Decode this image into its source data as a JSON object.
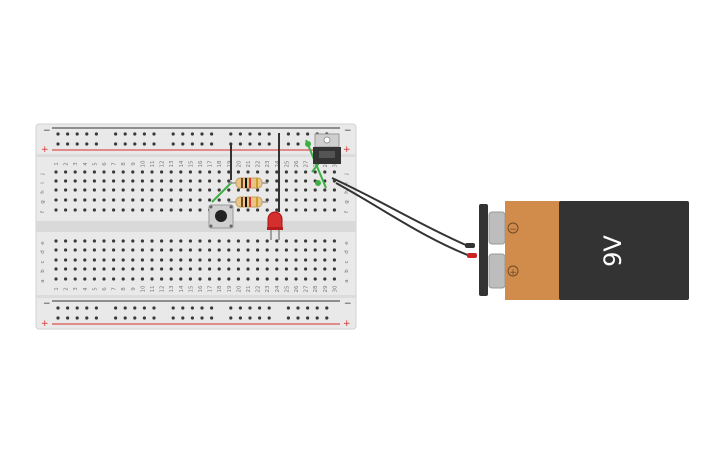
{
  "breadboard": {
    "rail_minus": "−",
    "rail_plus": "+",
    "rows_top": [
      "j",
      "i",
      "h",
      "g",
      "f"
    ],
    "rows_bottom": [
      "e",
      "d",
      "c",
      "b",
      "a"
    ],
    "column_count": 30,
    "column_numbers": [
      "1",
      "2",
      "3",
      "4",
      "5",
      "6",
      "7",
      "8",
      "9",
      "10",
      "11",
      "12",
      "13",
      "14",
      "15",
      "16",
      "17",
      "18",
      "19",
      "20",
      "21",
      "22",
      "23",
      "24",
      "25",
      "26",
      "27",
      "28",
      "29",
      "30"
    ],
    "columns_labeled_top": [
      "1",
      "2",
      "3",
      "4",
      "5",
      "6",
      "7",
      "8",
      "9",
      "10",
      "11",
      "12",
      "13",
      "14",
      "15",
      "16",
      "17",
      "18",
      "19",
      "20",
      "21",
      "22",
      "23",
      "24",
      "25",
      "26",
      "27",
      "28",
      "29",
      "30"
    ]
  },
  "components": {
    "button": "pushbutton",
    "resistor_count": 2,
    "led_color": "#d32f2f",
    "regulator": "voltage-regulator"
  },
  "battery": {
    "label": "9V",
    "minus_symbol": "−",
    "plus_symbol": "+"
  },
  "colors": {
    "board": "#e9e9e9",
    "rail_red": "#d62c2c",
    "rail_dark": "#333333",
    "wire_green": "#3cb043",
    "battery_orange": "#d18c4b",
    "battery_body": "#333333"
  }
}
